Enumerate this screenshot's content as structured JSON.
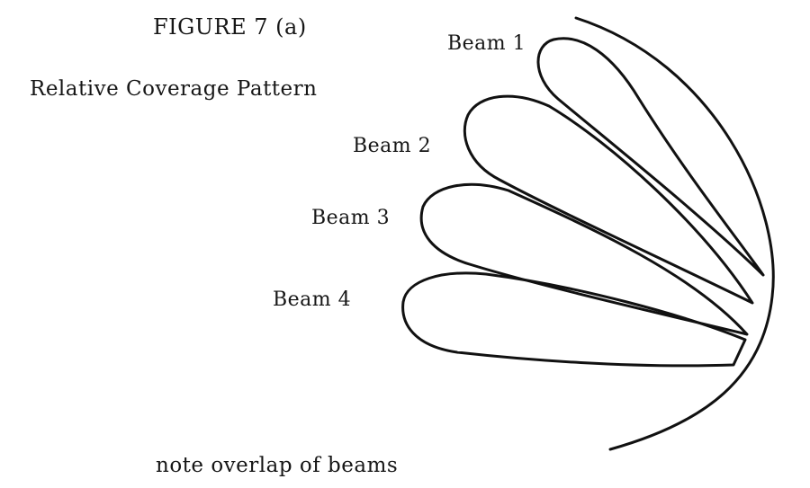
{
  "figure": {
    "title": "FIGURE 7 (a)",
    "subtitle": "Relative Coverage Pattern",
    "note": "note overlap of beams"
  },
  "beams": [
    {
      "label": "Beam 1"
    },
    {
      "label": "Beam 2"
    },
    {
      "label": "Beam 3"
    },
    {
      "label": "Beam 4"
    }
  ],
  "colors": {
    "ink": "#111111",
    "background": "#ffffff"
  }
}
